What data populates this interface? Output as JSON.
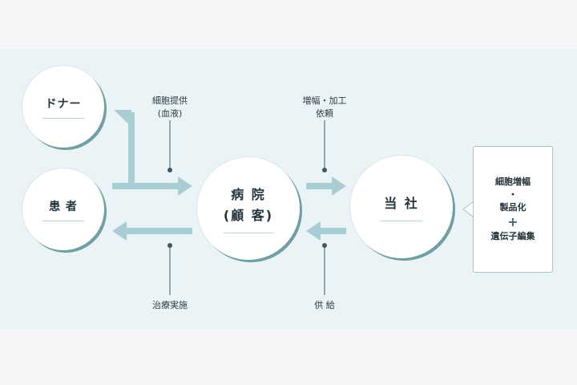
{
  "nodes": {
    "donor": "ドナー",
    "patient": "患 者",
    "hospital_line1": "病 院",
    "hospital_line2": "(顧 客)",
    "company": "当 社"
  },
  "captions": {
    "cell_provision_line1": "細胞提供",
    "cell_provision_line2": "(血液)",
    "amplify_process_line1": "増幅・加工",
    "amplify_process_line2": "依頼",
    "treatment": "治療実施",
    "supply": "供 給"
  },
  "callout": {
    "line1": "細胞増幅",
    "dot": "・",
    "line2": "製品化",
    "plus": "+",
    "line3": "遺伝子編集"
  },
  "colors": {
    "arrow": "#a8cdd3",
    "marker": "#3f5a62",
    "shadow": "#6f9ea3"
  }
}
